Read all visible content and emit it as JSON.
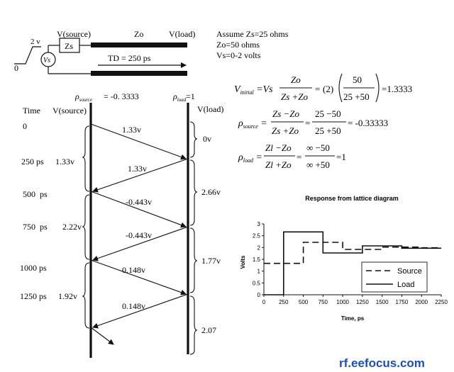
{
  "circuit": {
    "v_source_label": "V(source)",
    "zo_label": "Zo",
    "v_load_label": "V(load)",
    "step_voltage": "2 v",
    "step_zero": "0",
    "zs_box": "Zs",
    "vs_label": "Vs",
    "td_label": "TD = 250 ps",
    "assumptions": [
      "Assume Zs=25 ohms",
      "Zo=50 ohms",
      "Vs=0-2 volts"
    ]
  },
  "lattice": {
    "rho_source_text": "= -0. 3333",
    "rho_load_text": "=1",
    "time_header": "Time",
    "vsource_header": "V(source)",
    "vload_header": "V(load)",
    "time_labels": [
      "0",
      "250 ps",
      "500  ps",
      "750  ps",
      "1000 ps",
      "1250 ps"
    ],
    "source_values": [
      "1.33v",
      "2.22v",
      "1.92v"
    ],
    "load_values": [
      "0v",
      "2.66v",
      "1.77v",
      "2.07"
    ],
    "wave_labels": [
      "1.33v",
      "1.33v",
      "-0.443v",
      "-0.443v",
      "0.148v",
      "0.148v"
    ]
  },
  "equations": {
    "v_initial": {
      "num": "Zo",
      "den": "Zs +Zo",
      "mid_l": "(2)",
      "frac_num": "50",
      "frac_den": "25 +50",
      "result": "=1.3333"
    },
    "rho_source": {
      "num1": "Zs −Zo",
      "den1": "Zs +Zo",
      "num2": "25 −50",
      "den2": "25 +50",
      "result": "= -0.33333"
    },
    "rho_load": {
      "num1": "Zl −Zo",
      "den1": "Zl +Zo",
      "num2": "∞ −50",
      "den2": "∞ +50",
      "result": "=1"
    }
  },
  "chart_data": {
    "type": "line",
    "title": "Response from lattice diagram",
    "xlabel": "Time, ps",
    "ylabel": "Volts",
    "xlim": [
      0,
      2250
    ],
    "ylim": [
      0,
      3
    ],
    "x_ticks": [
      "0",
      "250",
      "500",
      "750",
      "1000",
      "1250",
      "1500",
      "1750",
      "2000",
      "2250"
    ],
    "y_ticks": [
      "0",
      "0.5",
      "1",
      "1.5",
      "2",
      "2.5",
      "3"
    ],
    "legend_position": "bottom-right",
    "series": [
      {
        "name": "Source",
        "style": "dashed",
        "x": [
          0,
          500,
          500,
          1000,
          1000,
          1500,
          1500,
          2000,
          2000,
          2250
        ],
        "y": [
          1.33,
          1.33,
          2.22,
          2.22,
          1.92,
          1.92,
          2.02,
          2.02,
          1.99,
          1.99
        ]
      },
      {
        "name": "Load",
        "style": "solid",
        "x": [
          0,
          250,
          250,
          750,
          750,
          1250,
          1250,
          1750,
          1750,
          2250
        ],
        "y": [
          0,
          0,
          2.66,
          2.66,
          1.77,
          1.77,
          2.07,
          2.07,
          1.97,
          1.97
        ]
      }
    ]
  },
  "watermark": "rf.eefocus.com"
}
